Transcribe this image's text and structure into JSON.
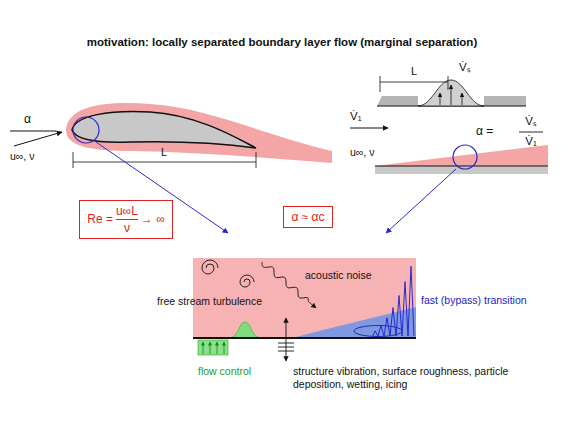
{
  "diagram": {
    "title": "motivation: locally separated boundary layer flow (marginal separation)",
    "nodes": [
      {
        "text": [
          "Re =",
          "u∞L",
          "ν",
          "→ ∞"
        ]
      },
      {
        "text": [
          "α ≈ αc"
        ]
      }
    ],
    "labels": [
      "α",
      "u∞, ν",
      "L",
      "L",
      "V̇ₛ",
      "V̇₁",
      "u∞, ν",
      "α =",
      "V̇ₛ",
      "V̇₁",
      "acoustic noise",
      "free stream turbulence",
      "fast (bypass) transition",
      "flow control",
      "structure vibration, surface roughness, particle deposition, wetting, icing"
    ]
  }
}
